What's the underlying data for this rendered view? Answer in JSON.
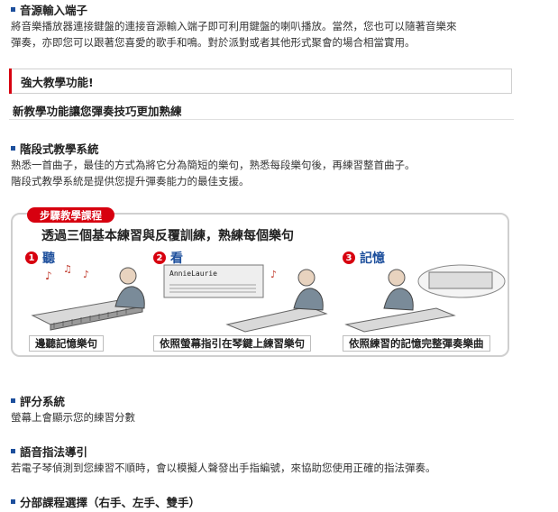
{
  "sections": {
    "audio_input": {
      "title": "音源輸入端子",
      "lines": [
        "將音樂播放器連接鍵盤的連接音源輸入端子即可利用鍵盤的喇叭播放。當然，您也可以隨著音樂來",
        "彈奏，亦即您可以跟著您喜愛的歌手和鳴。對於派對或者其他形式聚會的場合相當實用。"
      ]
    },
    "highlight": "強大教學功能!",
    "subheading": "新教學功能讓您彈奏技巧更加熟練",
    "step_system": {
      "title": "階段式教學系統",
      "lines": [
        "熟悉一首曲子，最佳的方式為將它分為簡短的樂句，熟悉每段樂句後，再練習整首曲子。",
        "階段式教學系統是提供您提升彈奏能力的最佳支援。"
      ]
    },
    "scoring": {
      "title": "評分系統",
      "lines": [
        "螢幕上會顯示您的練習分數"
      ]
    },
    "voice_guide": {
      "title": "語音指法導引",
      "lines": [
        "若電子琴偵測到您練習不順時，會以模擬人聲發出手指編號，來協助您使用正確的指法彈奏。"
      ]
    },
    "part_select": {
      "title": "分部課程選擇（右手、左手、雙手）"
    }
  },
  "illustration": {
    "badge": "步驟教學課程",
    "headline": "透過三個基本練習與反覆訓練，熟練每個樂句",
    "steps": [
      {
        "num": "1",
        "label": "聽",
        "caption": "邊聽記憶樂句"
      },
      {
        "num": "2",
        "label": "看",
        "caption": "依照螢幕指引在琴鍵上練習樂句"
      },
      {
        "num": "3",
        "label": "記憶",
        "caption": "依照練習的記憶完整彈奏樂曲"
      }
    ],
    "screen_text": "AnnieLaurie"
  },
  "colors": {
    "accent_red": "#d7000f",
    "accent_blue": "#1d4f9c",
    "text": "#333333"
  }
}
